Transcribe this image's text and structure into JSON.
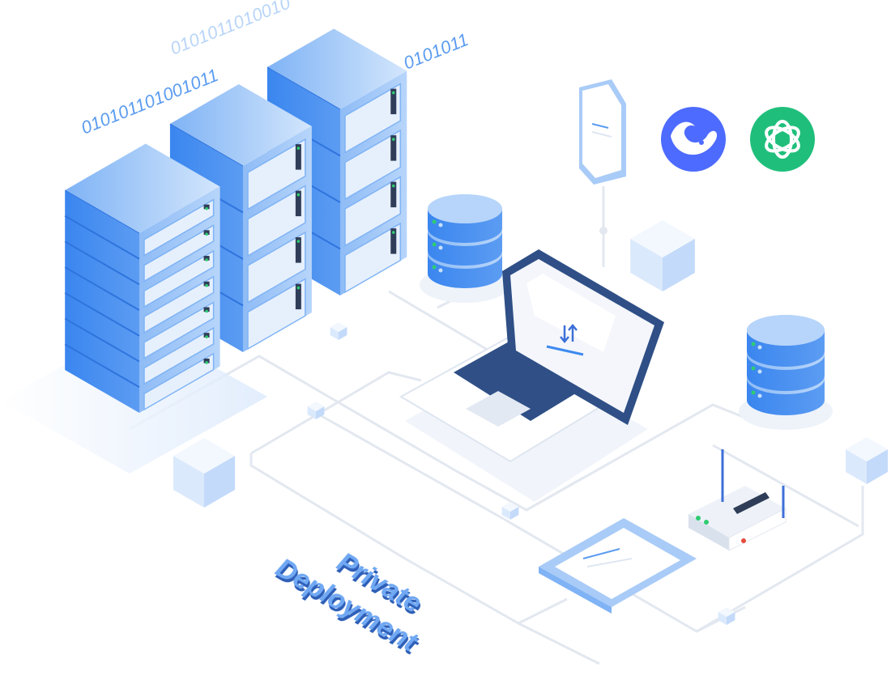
{
  "illustration": {
    "binary_strings": [
      "0101011010010",
      "010101101001011",
      "0101011"
    ],
    "title_lines": [
      "Private",
      "Deployment"
    ],
    "logos": [
      {
        "name": "DeepSeek",
        "color": "#4d6bfe"
      },
      {
        "name": "OpenAI",
        "color": "#1fbf7b"
      }
    ],
    "colors": {
      "primary_blue": "#3d8af0",
      "light_blue": "#a9cbf7",
      "line_gray": "#e3e8f0",
      "text_blue": "#5b9cf0"
    }
  }
}
